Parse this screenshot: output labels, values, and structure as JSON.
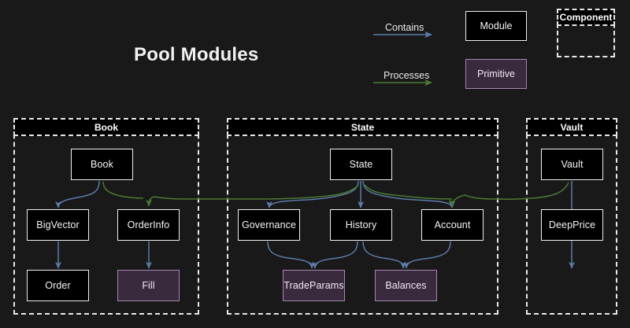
{
  "diagram": {
    "title": "Pool Modules",
    "background_color": "#191919",
    "contains_color": "#5b7ba8",
    "processes_color": "#3f6b2f",
    "module_fill": "#000000",
    "module_border": "#f0f0f0",
    "primitive_fill": "#3a2a3e",
    "primitive_border": "#a486b0"
  },
  "legend": {
    "contains_label": "Contains",
    "processes_label": "Processes",
    "module_label": "Module",
    "primitive_label": "Primitive",
    "component_label": "Component"
  },
  "clusters": [
    {
      "id": "book",
      "label": "Book"
    },
    {
      "id": "state",
      "label": "State"
    },
    {
      "id": "vault",
      "label": "Vault"
    }
  ],
  "nodes": [
    {
      "id": "book",
      "label": "Book",
      "type": "module",
      "cluster": "book"
    },
    {
      "id": "bigvector",
      "label": "BigVector",
      "type": "module",
      "cluster": "book"
    },
    {
      "id": "orderinfo",
      "label": "OrderInfo",
      "type": "module",
      "cluster": "book"
    },
    {
      "id": "order",
      "label": "Order",
      "type": "module",
      "cluster": "book"
    },
    {
      "id": "fill",
      "label": "Fill",
      "type": "primitive",
      "cluster": "book"
    },
    {
      "id": "state",
      "label": "State",
      "type": "module",
      "cluster": "state"
    },
    {
      "id": "governance",
      "label": "Governance",
      "type": "module",
      "cluster": "state"
    },
    {
      "id": "history",
      "label": "History",
      "type": "module",
      "cluster": "state"
    },
    {
      "id": "account",
      "label": "Account",
      "type": "module",
      "cluster": "state"
    },
    {
      "id": "tradeparams",
      "label": "TradeParams",
      "type": "primitive",
      "cluster": "state"
    },
    {
      "id": "balances",
      "label": "Balances",
      "type": "primitive",
      "cluster": "state"
    },
    {
      "id": "vault",
      "label": "Vault",
      "type": "module",
      "cluster": "vault"
    },
    {
      "id": "deepprice",
      "label": "DeepPrice",
      "type": "module",
      "cluster": "vault"
    }
  ],
  "edges": [
    {
      "from": "book",
      "to": "bigvector",
      "relation": "Contains"
    },
    {
      "from": "book",
      "to": "orderinfo",
      "relation": "Contains"
    },
    {
      "from": "bigvector",
      "to": "order",
      "relation": "Contains"
    },
    {
      "from": "orderinfo",
      "to": "fill",
      "relation": "Contains"
    },
    {
      "from": "state",
      "to": "governance",
      "relation": "Contains"
    },
    {
      "from": "state",
      "to": "history",
      "relation": "Contains"
    },
    {
      "from": "state",
      "to": "account",
      "relation": "Contains"
    },
    {
      "from": "governance",
      "to": "tradeparams",
      "relation": "Contains"
    },
    {
      "from": "history",
      "to": "tradeparams",
      "relation": "Contains"
    },
    {
      "from": "history",
      "to": "balances",
      "relation": "Contains"
    },
    {
      "from": "account",
      "to": "balances",
      "relation": "Contains"
    },
    {
      "from": "vault",
      "to": "deepprice",
      "relation": "Contains"
    },
    {
      "from": "state",
      "to": "orderinfo",
      "relation": "Processes"
    },
    {
      "from": "book",
      "to": "orderinfo",
      "relation": "Processes"
    },
    {
      "from": "state",
      "to": "account",
      "relation": "Processes"
    },
    {
      "from": "vault",
      "to": "account",
      "relation": "Processes"
    }
  ]
}
